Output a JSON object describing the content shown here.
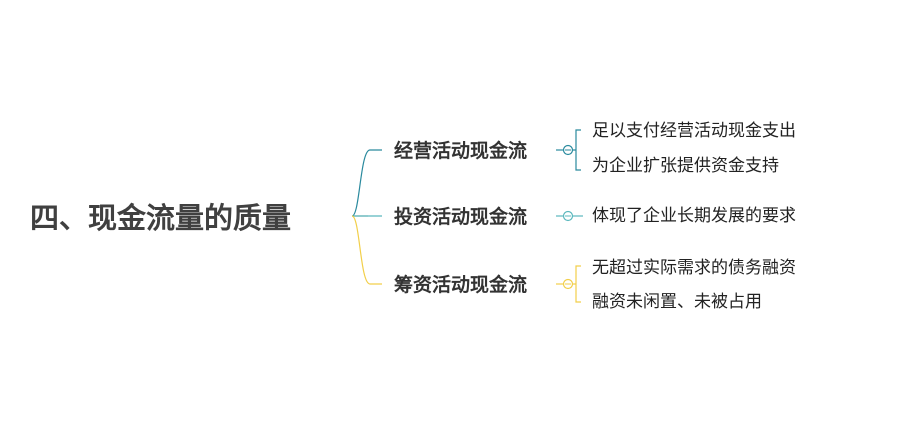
{
  "root": {
    "title": "四、现金流量的质量"
  },
  "branches": [
    {
      "label": "经营活动现金流",
      "color": "#2a8a9e",
      "children": [
        "足以支付经营活动现金支出",
        "为企业扩张提供资金支持"
      ]
    },
    {
      "label": "投资活动现金流",
      "color": "#5bb8bd",
      "children": [
        "体现了企业长期发展的要求"
      ]
    },
    {
      "label": "筹资活动现金流",
      "color": "#f2cf4a",
      "children": [
        "无超过实际需求的债务融资",
        "融资未闲置、未被占用"
      ]
    }
  ],
  "icons": {
    "collapse": "collapse-circle-icon"
  }
}
